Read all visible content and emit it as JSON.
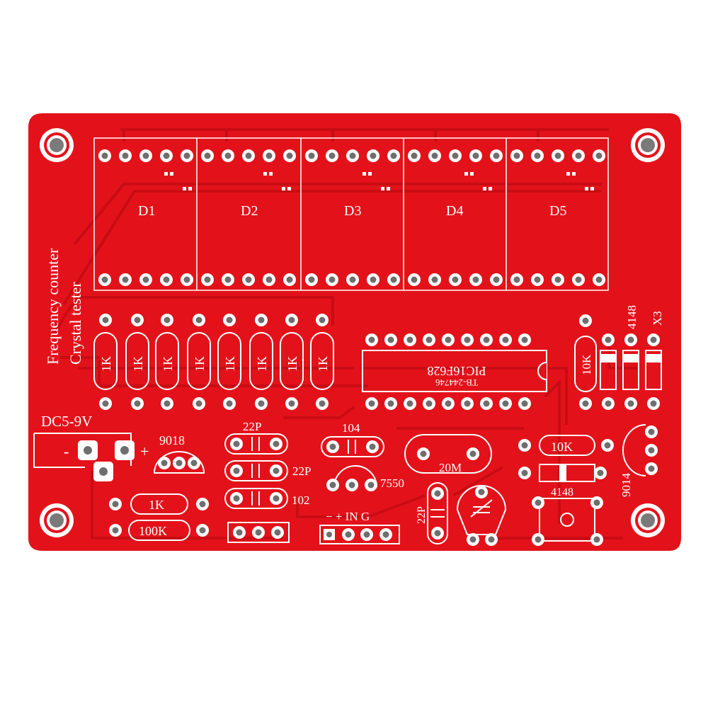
{
  "board": {
    "colors": {
      "background": "#ffffff",
      "pcb": "#e3121a",
      "trace": "#c90c14",
      "silkscreen": "#ffffff",
      "pad": "#ffffff",
      "hole": "#6e6e6e"
    },
    "vertical_text": [
      "Frequency counter",
      "Crystal tester"
    ],
    "displays": [
      "D1",
      "D2",
      "D3",
      "D4",
      "D5"
    ],
    "resistors_1k": [
      "1K",
      "1K",
      "1K",
      "1K",
      "1K",
      "1K",
      "1K",
      "1K"
    ],
    "ic": {
      "label": "PIC16F628",
      "sublabel": "TB-244746"
    },
    "resistor_10k_v": "10K",
    "diode_4148_top": "4148",
    "x3": "X3",
    "power": {
      "label": "DC5-9V",
      "minus": "-",
      "plus": "+"
    },
    "transistor_9018": "9018",
    "cap_22p_a": "22P",
    "cap_22p_b": "22P",
    "cap_102": "102",
    "cap_104": "104",
    "chip_7550": "7550",
    "crystal_20m": "20M",
    "cap_22p_c": "22P",
    "resistor_10k_h": "10K",
    "transistor_9014": "9014",
    "diode_4148_bottom": "4148",
    "resistor_1k_bottom": "1K",
    "resistor_100k": "100K",
    "input_label": "− + IN G"
  }
}
